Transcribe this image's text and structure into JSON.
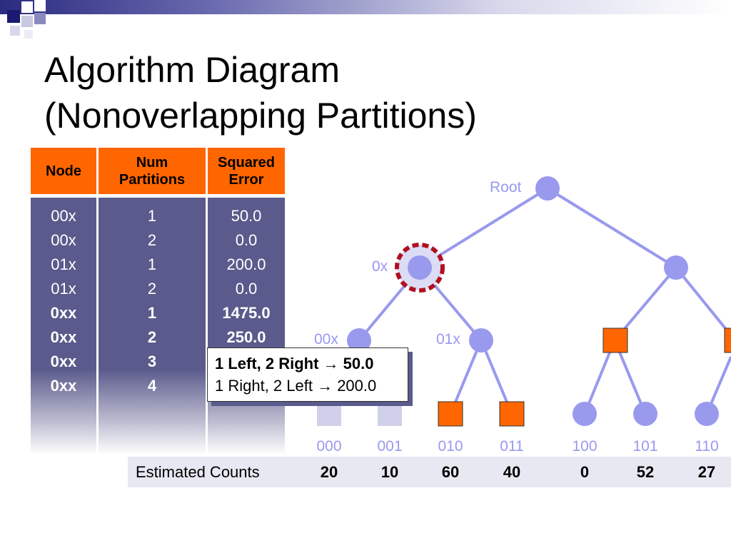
{
  "slide": {
    "title_line1": "Algorithm Diagram",
    "title_line2": "(Nonoverlapping Partitions)"
  },
  "colors": {
    "header_orange": "#ff6600",
    "table_body": "#5a5a8c",
    "node_fill": "#9999ee",
    "edge": "#9999ee",
    "label": "#9999ee",
    "selection_ring": "#b01020",
    "leaf_orange": "#ff6600"
  },
  "table": {
    "headers": [
      "Node",
      "Num Partitions",
      "Squared Error"
    ],
    "rows": [
      {
        "node": "00x",
        "parts": "1",
        "err": "50.0",
        "bold": false
      },
      {
        "node": "00x",
        "parts": "2",
        "err": "0.0",
        "bold": false
      },
      {
        "node": "01x",
        "parts": "1",
        "err": "200.0",
        "bold": false
      },
      {
        "node": "01x",
        "parts": "2",
        "err": "0.0",
        "bold": false
      },
      {
        "node": "0xx",
        "parts": "1",
        "err": "1475.0",
        "bold": true
      },
      {
        "node": "0xx",
        "parts": "2",
        "err": "250.0",
        "bold": true
      },
      {
        "node": "0xx",
        "parts": "3",
        "err": "",
        "bold": true
      },
      {
        "node": "0xx",
        "parts": "4",
        "err": "",
        "bold": true
      }
    ]
  },
  "tree": {
    "root_label": "Root",
    "node_0x_label": "0x",
    "node_00x_label": "00x",
    "node_01x_label": "01x",
    "leaf_labels": [
      "000",
      "001",
      "010",
      "011",
      "100",
      "101",
      "110"
    ],
    "leaf_kinds": [
      "square-light",
      "square-light",
      "square-orange",
      "square-orange",
      "circle",
      "circle",
      "circle"
    ]
  },
  "tooltip": {
    "line1": "1 Left, 2 Right → 50.0",
    "line2": "1 Right, 2 Left → 200.0"
  },
  "counts": {
    "label": "Estimated Counts",
    "values": [
      "20",
      "10",
      "60",
      "40",
      "0",
      "52",
      "27"
    ]
  }
}
